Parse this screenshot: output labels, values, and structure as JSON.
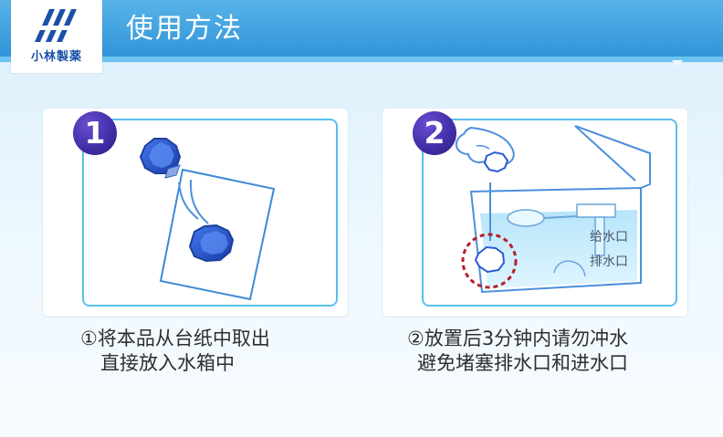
{
  "header": {
    "logo_text": "小林製薬",
    "title": "使用方法"
  },
  "steps": [
    {
      "number": "1",
      "caption_line1": "①将本品从台纸中取出",
      "caption_line2": "直接放入水箱中"
    },
    {
      "number": "2",
      "caption_line1": "②放置后3分钟内请勿冲水",
      "caption_line2": "避免堵塞排水口和进水口",
      "labels": {
        "inlet": "给水口",
        "outlet": "排水口"
      }
    }
  ],
  "colors": {
    "header_blue": "#2e92d8",
    "frame_blue": "#58bfee",
    "badge_purple": "#3f2ca4",
    "product_blue": "#2a5bd6",
    "dashed_red": "#b51d2a"
  }
}
